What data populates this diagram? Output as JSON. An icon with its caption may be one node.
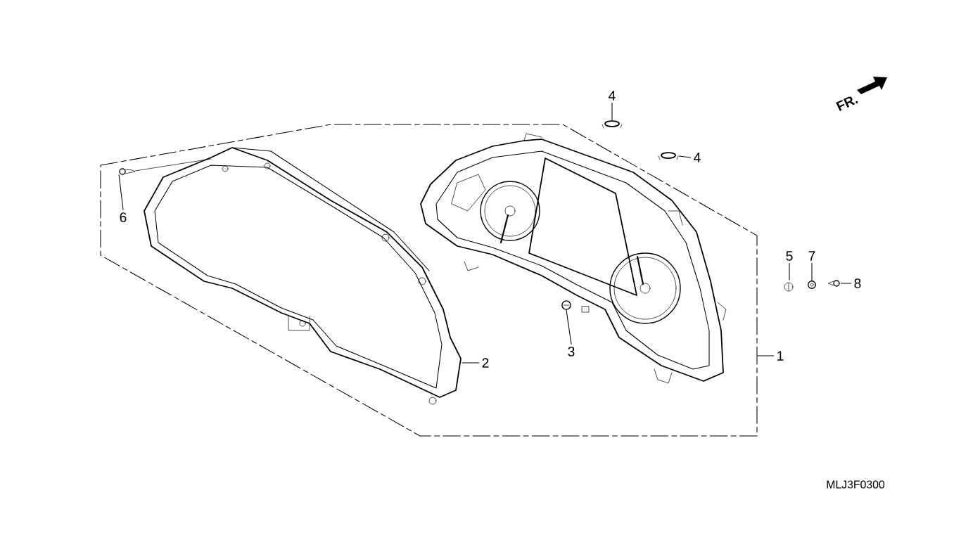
{
  "diagram": {
    "nodes": [
      {
        "text": [
          "1"
        ]
      },
      {
        "text": [
          "2"
        ]
      },
      {
        "text": [
          "3"
        ]
      },
      {
        "text": [
          "4"
        ]
      },
      {
        "text": [
          "4"
        ]
      },
      {
        "text": [
          "5"
        ]
      },
      {
        "text": [
          "6"
        ]
      },
      {
        "text": [
          "7"
        ]
      },
      {
        "text": [
          "8"
        ]
      },
      {
        "text": [],
        "shape": "picture"
      },
      {
        "text": [],
        "shape": "circle"
      },
      {
        "text": [],
        "shape": "picture"
      },
      {
        "text": [],
        "shape": "picture"
      },
      {
        "text": [],
        "shape": "picture"
      },
      {
        "text": [],
        "shape": "picture"
      },
      {
        "text": [],
        "shape": "circle"
      },
      {
        "text": [],
        "shape": "picture"
      }
    ],
    "edges": [
      {
        "from": 0,
        "to": null,
        "arrow": "none"
      },
      {
        "from": 1,
        "to": 9,
        "arrow": "none"
      },
      {
        "from": 2,
        "to": 10,
        "arrow": "none"
      },
      {
        "from": 3,
        "to": 11,
        "arrow": "none"
      },
      {
        "from": 4,
        "to": 12,
        "arrow": "none"
      },
      {
        "from": 5,
        "to": 13,
        "arrow": "none"
      },
      {
        "from": 6,
        "to": 14,
        "arrow": "none"
      },
      {
        "from": 7,
        "to": 15,
        "arrow": "none"
      },
      {
        "from": 8,
        "to": 16,
        "arrow": "none"
      }
    ],
    "labels": [
      "FR.",
      "MLJ3F0300"
    ]
  }
}
